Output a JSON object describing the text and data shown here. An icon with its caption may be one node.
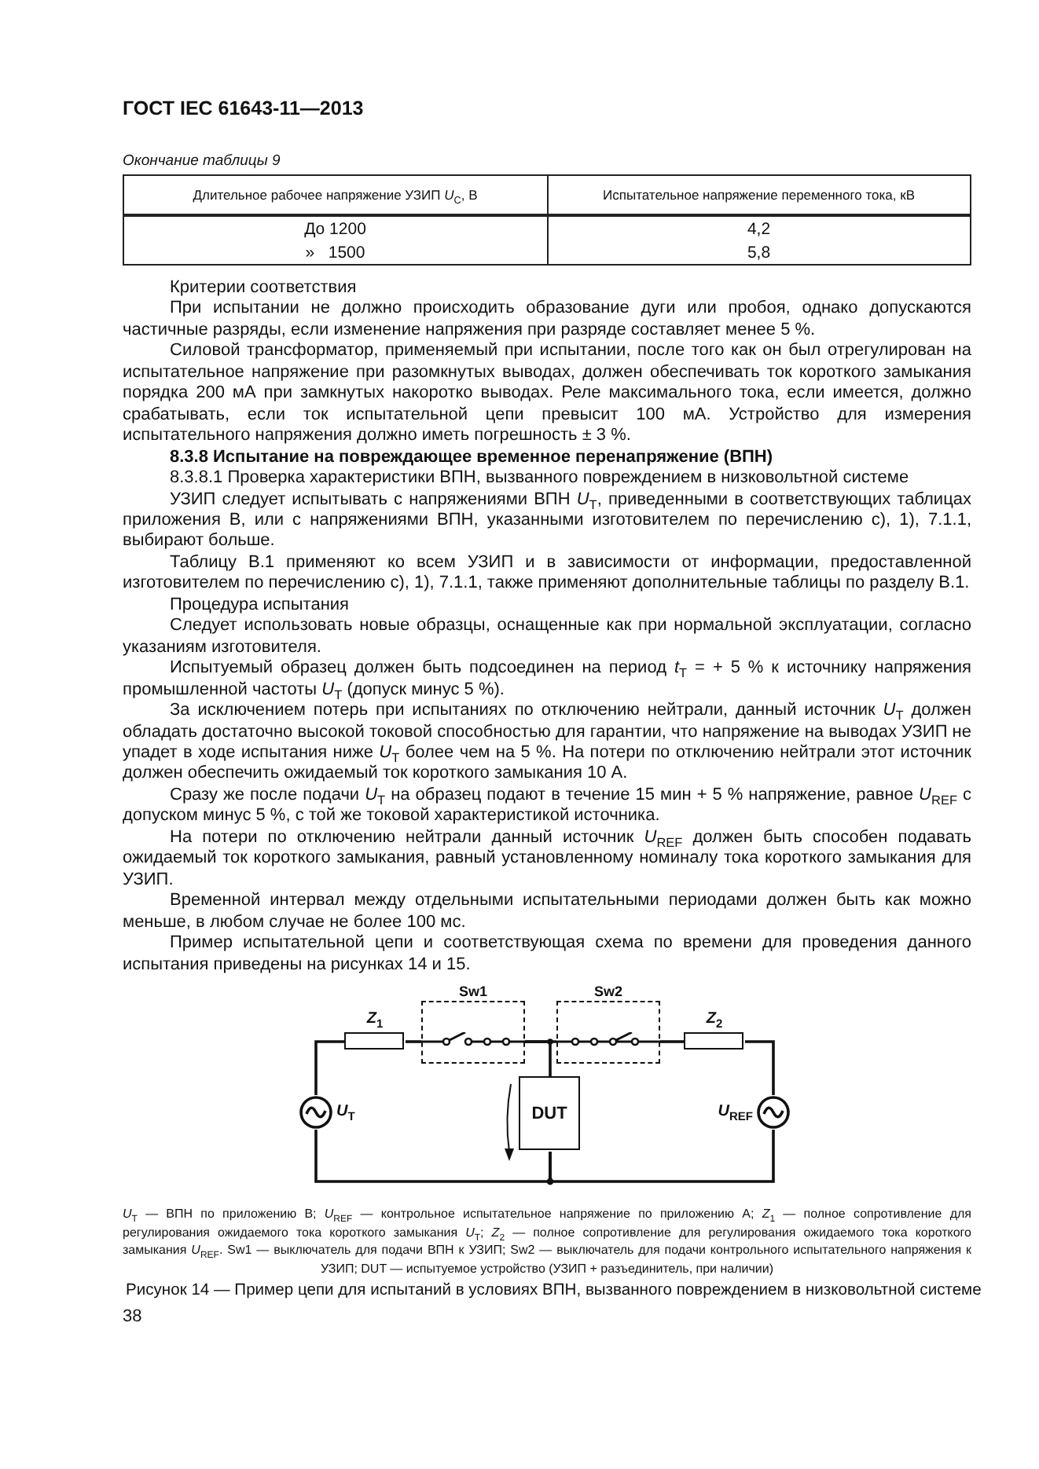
{
  "diagram": {
    "title": "ГОСТ IEC 61643-11—2013",
    "caption": "Рисунок 14 — Пример цепи для испытаний в условиях ВПН, вызванного повреждением в низковольтной системе",
    "nodes": [
      {
        "text": [
          "*Z*$_{1}$"
        ]
      },
      {
        "text": [
          "Sw1"
        ]
      },
      {
        "text": [
          "Sw2"
        ]
      },
      {
        "text": [
          "*Z*$_{2}$"
        ]
      },
      {
        "text": [
          "DUT"
        ]
      },
      {
        "text": [
          "*U*$_{T}$"
        ]
      },
      {
        "text": [
          "*U*$_{REF}$"
        ]
      }
    ],
    "edges": [
      {
        "from": 5,
        "to": 0,
        "arrow": "none"
      },
      {
        "from": 0,
        "to": 1,
        "arrow": "none"
      },
      {
        "from": 1,
        "to": 2,
        "arrow": "none"
      },
      {
        "from": 1,
        "to": 4,
        "arrow": "none"
      },
      {
        "from": 2,
        "to": 3,
        "arrow": "none"
      },
      {
        "from": 3,
        "to": 6,
        "arrow": "none"
      },
      {
        "from": 5,
        "to": 4,
        "arrow": "none"
      },
      {
        "from": 4,
        "to": 6,
        "arrow": "none"
      }
    ],
    "labels": [
      "Окончание таблицы 9",
      "Длительное рабочее напряжение УЗИП *U*$_{C}$, В",
      "Испытательное напряжение переменного тока, кВ",
      "До 1200",
      "4,2",
      "»   1500",
      "5,8",
      "Критерии соответствия",
      "При испытании не должно происходить образование дуги или пробоя, однако допускаются частичные разряды, если изменение напряжения при разряде составляет менее 5 %.",
      "Силовой трансформатор, применяемый при испытании, после того как он был отрегулирован на испытательное напряжение при разомкнутых выводах, должен обеспечивать ток короткого замыкания порядка 200 мА при замкнутых накоротко выводах. Реле максимального тока, если имеется, должно срабатывать, если ток испытательной цепи превысит 100 мА. Устройство для измерения испытательного напряжения должно иметь погрешность ± 3 %.",
      "8.3.8 Испытание на повреждающее временное перенапряжение (ВПН)",
      "8.3.8.1 Проверка характеристики ВПН, вызванного повреждением в низковольтной системе",
      "УЗИП следует испытывать с напряжениями ВПН *U*$_{T}$, приведенными в соответствующих таблицах приложения В, или с напряжениями ВПН, указанными изготовителем по перечислению с), 1), 7.1.1, выбирают больше.",
      "Таблицу В.1 применяют ко всем УЗИП и в зависимости от информации, предоставленной изготовителем по перечислению с), 1), 7.1.1, также применяют дополнительные таблицы по разделу В.1.",
      "Процедура испытания",
      "Следует использовать новые образцы, оснащенные как при нормальной эксплуатации, согласно указаниям изготовителя.",
      "Испытуемый образец должен быть подсоединен на период *t*$_{T}$ = + 5 % к источнику напряжения промышленной частоты *U*$_{T}$ (допуск минус 5 %).",
      "За исключением потерь при испытаниях по отключению нейтрали, данный источник *U*$_{T}$ должен обладать достаточно высокой токовой способностью для гарантии, что напряжение на выводах УЗИП не упадет в ходе испытания ниже *U*$_{T}$ более чем на 5 %. На потери по отключению нейтрали этот источник должен обеспечить ожидаемый ток короткого замыкания 10 А.",
      "Сразу же после подачи *U*$_{T}$ на образец подают в течение 15 мин + 5 % напряжение, равное *U*$_{REF}$ с допуском минус 5 %, с той же токовой характеристикой источника.",
      "На потери по отключению нейтрали данный источник *U*$_{REF}$ должен быть способен подавать ожидаемый ток короткого замыкания, равный установленному номиналу тока короткого замыкания для УЗИП.",
      "Временной интервал между отдельными испытательными периодами должен быть как можно меньше, в любом случае не более 100 мс.",
      "Пример испытательной цепи и соответствующая схема по времени для проведения данного испытания приведены на рисунках 14 и 15.",
      "*U*$_{T}$ — ВПН по приложению В; *U*$_{REF}$ — контрольное испытательное напряжение по приложению А; *Z*$_{1}$ — полное сопротивление для регулирования ожидаемого тока короткого замыкания *U*$_{T}$; *Z*$_{2}$ — полное сопротивление для регулирования ожидаемого тока короткого замыкания *U*$_{REF}$. Sw1 — выключатель для подачи ВПН к УЗИП; Sw2 — выключатель для подачи контрольного испытательного напряжения к УЗИП; DUT — испытуемое устройство (УЗИП + разъединитель, при наличии)",
      "38"
    ]
  }
}
